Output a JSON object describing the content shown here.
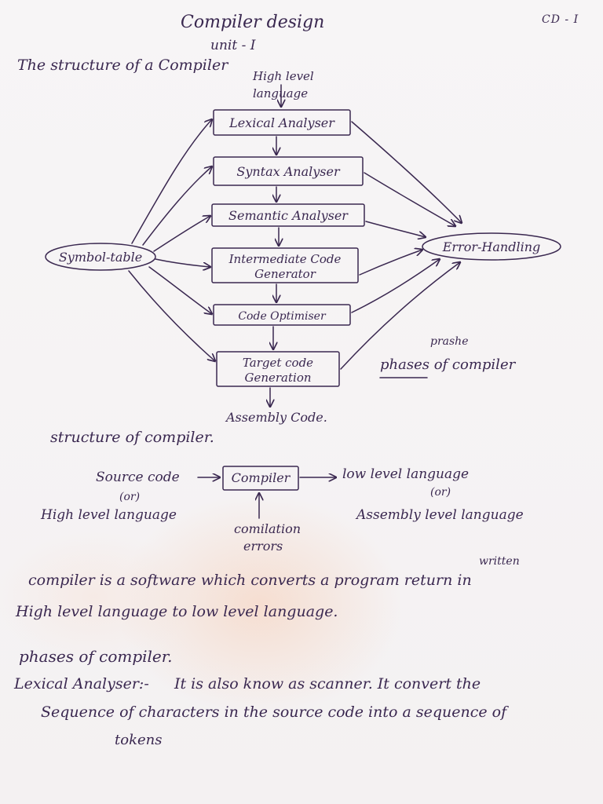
{
  "header": {
    "title": "Compiler design",
    "unit": "unit - I",
    "page_code": "CD - I"
  },
  "diagram": {
    "caption": "The structure of a Compiler",
    "input_label": "High level language",
    "phases": [
      {
        "label": "Lexical Analyser"
      },
      {
        "label": "Syntax Analyser"
      },
      {
        "label": "Semantic Analyser"
      },
      {
        "label": "Intermediate Code",
        "label2": "Generator"
      },
      {
        "label": "Code Optimiser"
      },
      {
        "label": "Target code",
        "label2": "Generation"
      }
    ],
    "symbol_table": "Symbol-table",
    "error_handling": "Error-Handling",
    "side_note_correction": "prashe",
    "side_note": "phases of compiler",
    "output_label": "Assembly Code."
  },
  "structure": {
    "heading": "structure of compiler.",
    "source": "Source code",
    "source_or": "(or)",
    "source_alt": "High level language",
    "compiler_box": "Compiler",
    "target": "low level language",
    "target_or": "(or)",
    "target_alt": "Assembly level language",
    "errors_line1": "comilation",
    "errors_line2": "errors"
  },
  "definition": {
    "insert_word": "written",
    "line1": "compiler is a software which converts a program return in",
    "line2": "High level language to low level language."
  },
  "phases_section": {
    "heading": "phases of compiler.",
    "term": "Lexical Analyser:-",
    "line1": "It is also know as scanner. It convert the",
    "line2": "Sequence of characters in the source code into a sequence of",
    "line3": "tokens"
  }
}
